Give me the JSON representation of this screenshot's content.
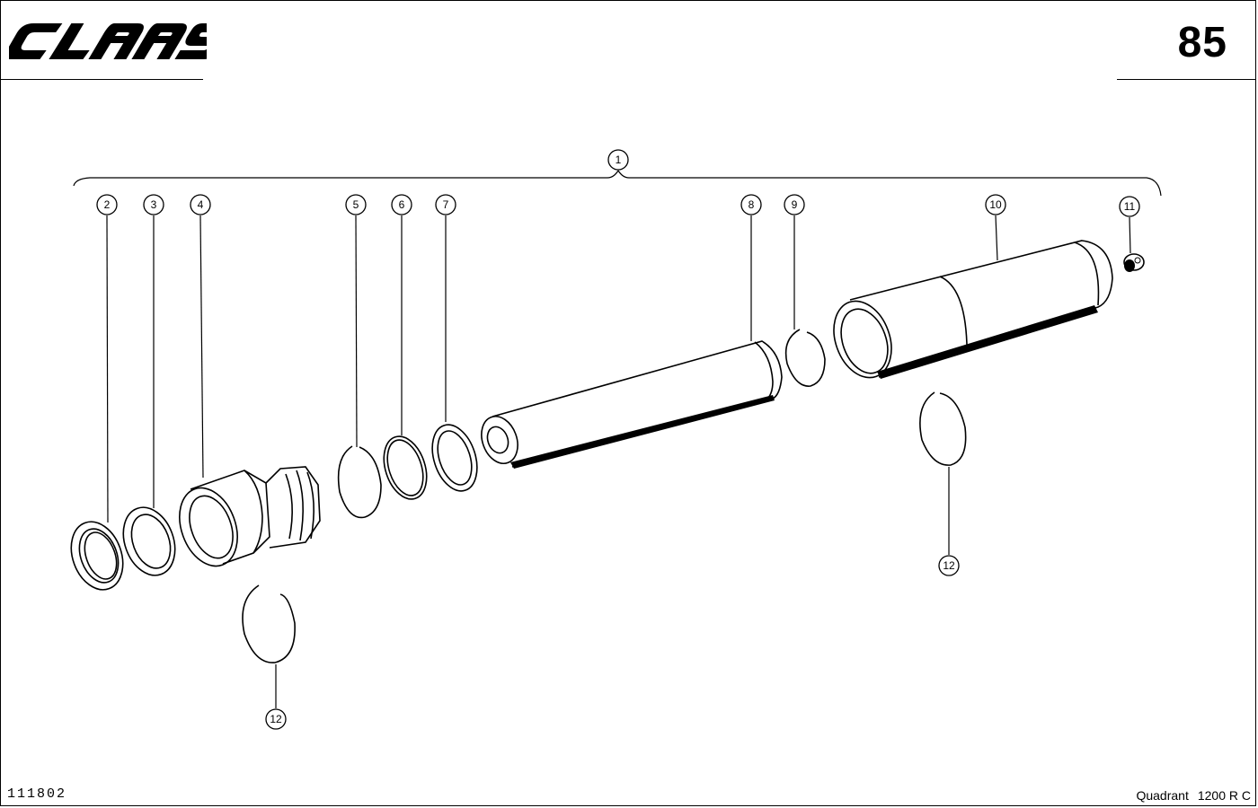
{
  "header": {
    "brand": "CLAAS",
    "page_number": "85"
  },
  "footer": {
    "document_number": "111802",
    "model_name": "Quadrant",
    "model_code": "1200 R C"
  },
  "diagram": {
    "callouts": [
      "1",
      "2",
      "3",
      "4",
      "5",
      "6",
      "7",
      "8",
      "9",
      "10",
      "11",
      "12",
      "12"
    ]
  }
}
